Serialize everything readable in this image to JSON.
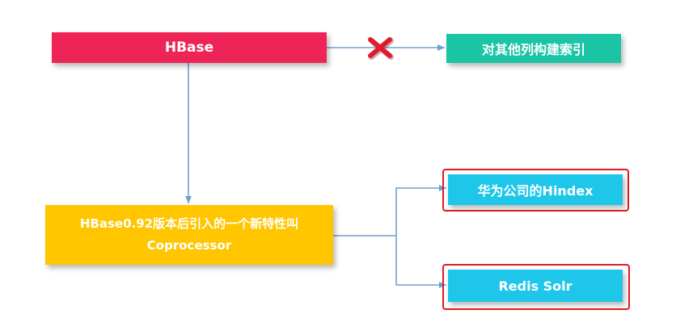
{
  "diagram": {
    "nodes": {
      "hbase": "HBase",
      "build_index": "对其他列构建索引",
      "coprocessor_line1": "HBase0.92版本后引入的一个新特性叫",
      "coprocessor_line2": "Coprocessor",
      "hindex": "华为公司的Hindex",
      "redis_solr": "Redis Solr"
    },
    "colors": {
      "hbase": "#ef2456",
      "build_index": "#1cc4a6",
      "coprocessor": "#ffc600",
      "option": "#1ec7ea",
      "connector": "#6f9fd2",
      "cross_mark": "#e11b2a",
      "highlight": "#e01a24"
    },
    "edges": [
      {
        "from": "hbase",
        "to": "build_index",
        "blocked": true
      },
      {
        "from": "hbase",
        "to": "coprocessor",
        "blocked": false
      },
      {
        "from": "coprocessor",
        "to": "hindex",
        "blocked": false
      },
      {
        "from": "coprocessor",
        "to": "redis_solr",
        "blocked": false
      }
    ],
    "highlighted": [
      "hindex",
      "redis_solr"
    ]
  }
}
